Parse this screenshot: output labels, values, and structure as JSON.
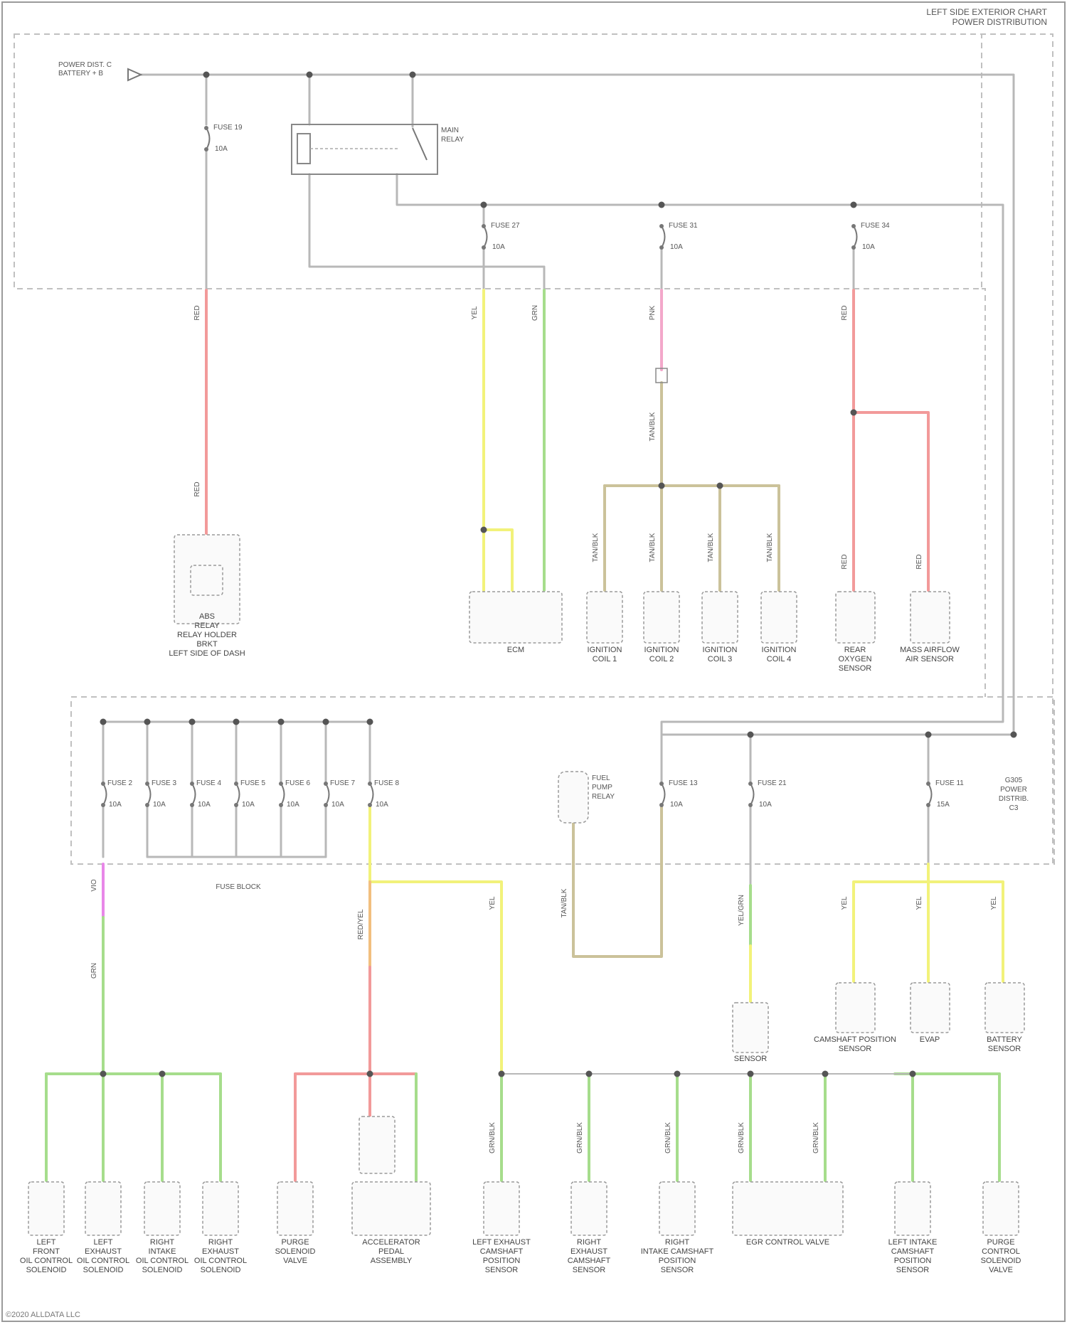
{
  "title_lines": [
    "LEFT SIDE EXTERIOR CHART",
    "POWER DISTRIBUTION"
  ],
  "footer": "©2020 ALLDATA LLC",
  "supply": {
    "label_lines": [
      "POWER DIST. C",
      "BATTERY + B"
    ]
  },
  "colors": {
    "power": "#b8b8b8",
    "red": "#f29a9a",
    "green": "#a6dd8c",
    "yellow": "#f2f27a",
    "tan": "#cbc29a",
    "pink": "#f3a7ca",
    "violet": "#e887e8",
    "orange": "#f2bf7f",
    "box": "#9a9a9a",
    "dash": "#c0c0c0"
  },
  "main_relay": {
    "label_lines": [
      "MAIN",
      "RELAY"
    ]
  },
  "fuses": {
    "f19": {
      "name": "FUSE 19",
      "rating": "10A"
    },
    "f27": {
      "name": "FUSE 27",
      "rating": "10A"
    },
    "f31": {
      "name": "FUSE 31",
      "rating": "10A"
    },
    "f34": {
      "name": "FUSE 34",
      "rating": "10A"
    },
    "bank": [
      {
        "name": "FUSE 2",
        "rating": "10A"
      },
      {
        "name": "FUSE 3",
        "rating": "10A"
      },
      {
        "name": "FUSE 4",
        "rating": "10A"
      },
      {
        "name": "FUSE 5",
        "rating": "10A"
      },
      {
        "name": "FUSE 6",
        "rating": "10A"
      },
      {
        "name": "FUSE 7",
        "rating": "10A"
      },
      {
        "name": "FUSE 8",
        "rating": "10A"
      }
    ],
    "f13": {
      "name": "FUSE 13",
      "rating": "10A"
    },
    "f21": {
      "name": "FUSE 21",
      "rating": "10A"
    },
    "f11": {
      "name": "FUSE 11",
      "rating": "15A"
    }
  },
  "fuse_box_label": "FUSE BLOCK",
  "fuel_pump_relay": {
    "label_lines": [
      "FUEL",
      "PUMP",
      "RELAY"
    ]
  },
  "ground_label_lines": [
    "G305",
    "POWER",
    "DISTRIB.",
    "C3"
  ],
  "top_components": {
    "abs_relay": {
      "lines": [
        "ABS",
        "RELAY",
        "RELAY HOLDER",
        "BRKT",
        "LEFT SIDE OF DASH"
      ]
    },
    "ecm": {
      "lines": [
        "ECM"
      ]
    },
    "coil1": {
      "lines": [
        "IGNITION",
        "COIL 1"
      ]
    },
    "coil2": {
      "lines": [
        "IGNITION",
        "COIL 2"
      ]
    },
    "coil3": {
      "lines": [
        "IGNITION",
        "COIL 3"
      ]
    },
    "coil4": {
      "lines": [
        "IGNITION",
        "COIL 4"
      ]
    },
    "o2": {
      "lines": [
        "REAR",
        "OXYGEN",
        "SENSOR"
      ]
    },
    "maf": {
      "lines": [
        "MASS AIRFLOW",
        "AIR SENSOR"
      ]
    }
  },
  "mid_components": {
    "sensor_left": {
      "lines": [
        "SENSOR"
      ]
    },
    "cam_sensor": {
      "lines": [
        "CAMSHAFT POSITION",
        "SENSOR"
      ]
    },
    "evap": {
      "lines": [
        "EVAP"
      ]
    },
    "battery_sensor": {
      "lines": [
        "BATTERY",
        "SENSOR"
      ]
    }
  },
  "bottom_components": [
    {
      "key": "b1",
      "lines": [
        "LEFT",
        "FRONT",
        "OIL CONTROL",
        "SOLENOID"
      ]
    },
    {
      "key": "b2",
      "lines": [
        "LEFT",
        "EXHAUST",
        "OIL CONTROL",
        "SOLENOID"
      ]
    },
    {
      "key": "b3",
      "lines": [
        "RIGHT",
        "INTAKE",
        "OIL CONTROL",
        "SOLENOID"
      ]
    },
    {
      "key": "b4",
      "lines": [
        "RIGHT",
        "EXHAUST",
        "OIL CONTROL",
        "SOLENOID"
      ]
    },
    {
      "key": "b5",
      "lines": [
        "PURGE",
        "SOLENOID",
        "VALVE"
      ]
    },
    {
      "key": "b6",
      "lines": [
        "ACCELERATOR",
        "PEDAL",
        "ASSEMBLY"
      ]
    },
    {
      "key": "b7",
      "lines": [
        "LEFT EXHAUST",
        "CAMSHAFT",
        "POSITION",
        "SENSOR"
      ]
    },
    {
      "key": "b8",
      "lines": [
        "RIGHT",
        "EXHAUST",
        "CAMSHAFT",
        "SENSOR"
      ]
    },
    {
      "key": "b9",
      "lines": [
        "RIGHT",
        "INTAKE CAMSHAFT",
        "POSITION",
        "SENSOR"
      ]
    },
    {
      "key": "b10",
      "lines": [
        "EGR CONTROL VALVE"
      ]
    },
    {
      "key": "b11",
      "lines": [
        "LEFT INTAKE",
        "CAMSHAFT",
        "POSITION",
        "SENSOR"
      ]
    },
    {
      "key": "b12",
      "lines": [
        "PURGE",
        "CONTROL",
        "SOLENOID",
        "VALVE"
      ]
    }
  ],
  "wire_labels": {
    "abs_upper": "RED",
    "abs_lower": "RED",
    "ecm_yel": "YEL",
    "ecm_grn": "GRN",
    "coil_feed": "PNK",
    "coil_trunk": "TAN/BLK",
    "coil_c": "TAN/BLK",
    "o2_feed": "RED",
    "o2_a": "RED",
    "o2_b": "RED",
    "bank_out": "VIO",
    "bank_grn": "GRN",
    "f13_out": "YEL",
    "f13_red": "RED/YEL",
    "fpr_wire": "TAN/BLK",
    "f21_out": "YEL/GRN",
    "f11_out": "YEL",
    "ocv": "GRN",
    "sens": "GRN/BLK"
  }
}
